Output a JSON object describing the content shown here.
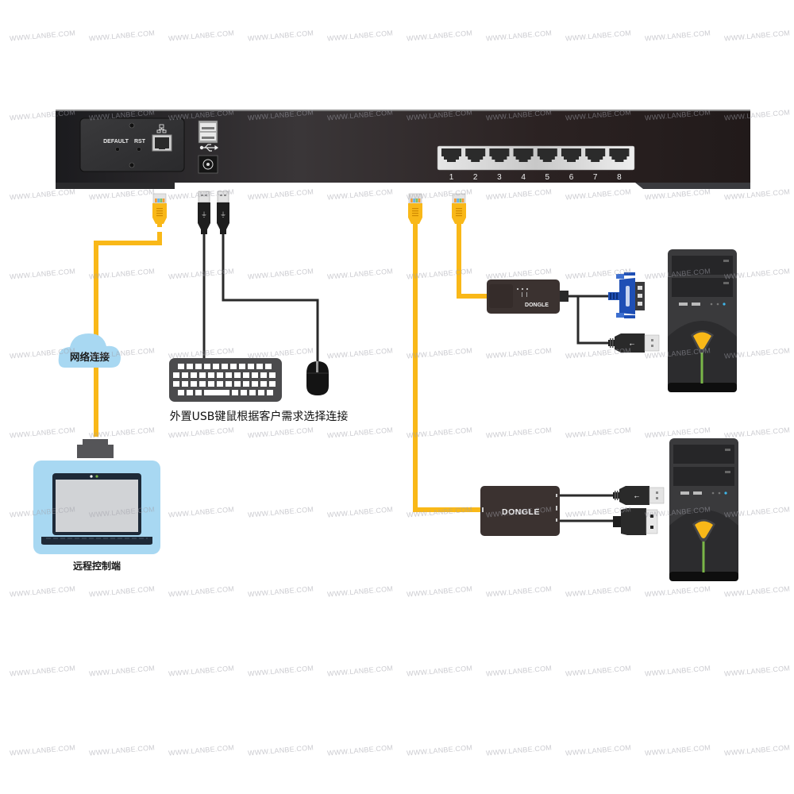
{
  "watermark": "WWW.LANBE.COM",
  "kvm": {
    "name": "KVM switch",
    "default_label": "DEFAULT",
    "rst_label": "RST",
    "network_icon": "network-icon",
    "usb_icon": "usb-icon",
    "ports": [
      "1",
      "2",
      "3",
      "4",
      "5",
      "6",
      "7",
      "8"
    ]
  },
  "remote": {
    "cloud_label": "网络连接",
    "laptop_label": "远程控制端"
  },
  "peripherals": {
    "caption": "外置USB键鼠根据客户需求选择连接"
  },
  "dongles": [
    {
      "label": "DONGLE",
      "outputs": [
        "VGA",
        "USB"
      ]
    },
    {
      "label": "DONGLE",
      "outputs": [
        "USB",
        "HDMI"
      ]
    }
  ],
  "colors": {
    "cable_yellow": "#F9B818",
    "cloud_blue": "#A8D8F2",
    "kvm_body": "#2A2222",
    "vga_blue": "#1E4FB5",
    "tower_body": "#3A3A3C",
    "tower_led": "#3FB7EA",
    "tower_stripe": "#7AB648"
  }
}
